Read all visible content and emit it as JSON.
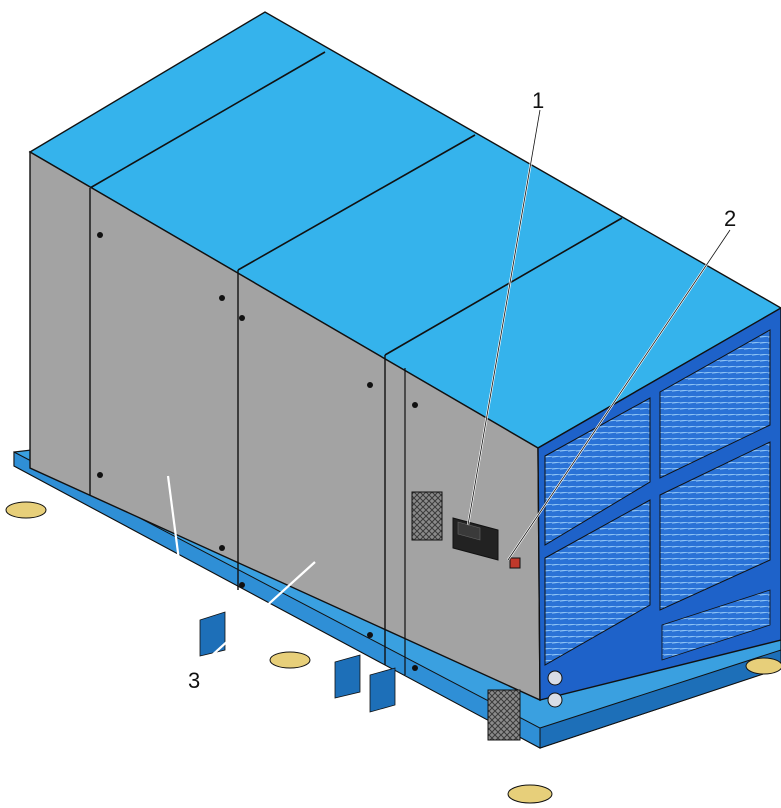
{
  "figure": {
    "callouts": [
      {
        "label": "1",
        "part": "control-panel"
      },
      {
        "label": "2",
        "part": "emergency-stop-button"
      },
      {
        "label": "3",
        "part": "side-panels"
      }
    ]
  },
  "colors": {
    "roof": "#35b3ec",
    "roof_dark": "#1f8fd0",
    "body_side": "#9a9a9a",
    "body_front": "#a3a3a3",
    "cooler": "#1e62c9",
    "cooler_louver": "#7fb6f0",
    "base_frame": "#3aa0e0",
    "base_frame_dark": "#1d6fb8",
    "feet": "#e7cf7a",
    "outline": "#111111",
    "leader": "#ffffff"
  }
}
